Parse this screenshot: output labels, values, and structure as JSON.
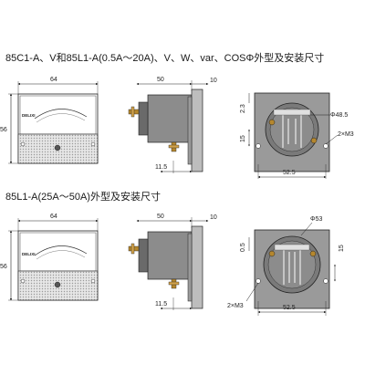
{
  "section1": {
    "heading": "85C1-A、V和85L1-A(0.5A～20A)、V、W、var、COSΦ外型及安装尺寸",
    "front": {
      "width": "64",
      "height": "56",
      "brand": "DELIXI"
    },
    "side": {
      "depth": "50",
      "flange": "10",
      "stud": "11.5"
    },
    "rear": {
      "top_offset": "2.3",
      "diameter": "Φ48.5",
      "side_offset": "15",
      "holes": "2×M3",
      "hole_spacing": "52.5"
    }
  },
  "section2": {
    "heading": "85L1-A(25A～50A)外型及安装尺寸",
    "front": {
      "width": "64",
      "height": "56",
      "brand": "DELIXI"
    },
    "side": {
      "depth": "50",
      "flange": "10",
      "stud": "11.5"
    },
    "rear": {
      "diameter": "Φ53",
      "top_offset": "0.5",
      "side_offset": "15",
      "holes": "2×M3",
      "hole_spacing": "52.5"
    }
  },
  "colors": {
    "line": "#1a1a1a",
    "panel_gray": "#8c8c8c",
    "panel_dark": "#5a5a5a",
    "flange_gray": "#bdbdbd",
    "terminal": "#b5872e",
    "dial_white": "#ffffff"
  }
}
